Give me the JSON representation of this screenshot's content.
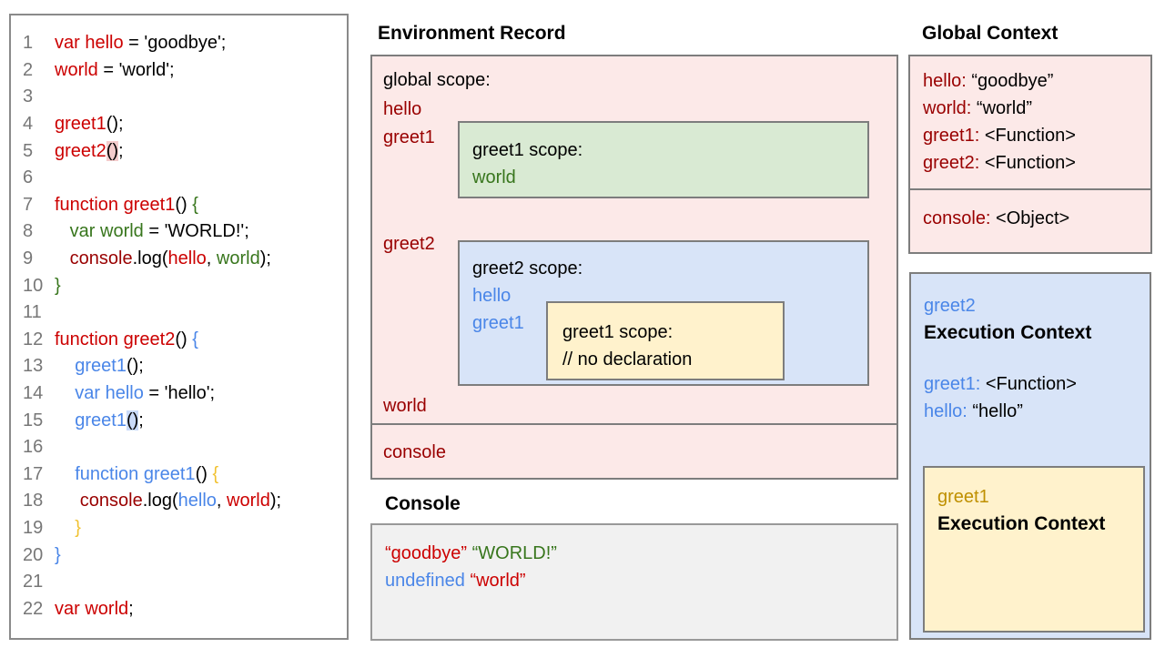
{
  "colors": {
    "red": "#cc0000",
    "darkred": "#990000",
    "green": "#38761d",
    "blue": "#4a86e8",
    "gold": "#f1c232",
    "black": "#000000",
    "line_number_gray": "#777777",
    "pink_bg": "#fce9e8",
    "green_bg": "#d9ead3",
    "blue_bg": "#d8e4f8",
    "yellow_bg": "#fff2cc",
    "console_bg": "#f1f1f1",
    "highlight_pink": "#f4cccc",
    "highlight_blue": "#c9daf8",
    "border_gray": "#7d7d7d"
  },
  "code_panel": {
    "lines": [
      {
        "n": "1",
        "tokens": [
          {
            "t": "var hello",
            "c": "red"
          },
          {
            "t": " = 'goodbye';",
            "c": "black"
          }
        ]
      },
      {
        "n": "2",
        "tokens": [
          {
            "t": "world",
            "c": "red"
          },
          {
            "t": " = 'world';",
            "c": "black"
          }
        ]
      },
      {
        "n": "3",
        "tokens": []
      },
      {
        "n": "4",
        "tokens": [
          {
            "t": "greet1",
            "c": "red"
          },
          {
            "t": "();",
            "c": "black"
          }
        ]
      },
      {
        "n": "5",
        "tokens": [
          {
            "t": "greet2",
            "c": "red"
          },
          {
            "t": "()",
            "c": "black",
            "hl": "#f4cccc"
          },
          {
            "t": ";",
            "c": "black"
          }
        ]
      },
      {
        "n": "6",
        "tokens": []
      },
      {
        "n": "7",
        "tokens": [
          {
            "t": "function greet1",
            "c": "red"
          },
          {
            "t": "() ",
            "c": "black"
          },
          {
            "t": "{",
            "c": "green"
          }
        ]
      },
      {
        "n": "8",
        "tokens": [
          {
            "t": "   ",
            "c": "black"
          },
          {
            "t": "var world",
            "c": "green"
          },
          {
            "t": " = 'WORLD!';",
            "c": "black"
          }
        ]
      },
      {
        "n": "9",
        "tokens": [
          {
            "t": "   ",
            "c": "black"
          },
          {
            "t": "console",
            "c": "darkred"
          },
          {
            "t": ".log(",
            "c": "black"
          },
          {
            "t": "hello",
            "c": "red"
          },
          {
            "t": ", ",
            "c": "black"
          },
          {
            "t": "world",
            "c": "green"
          },
          {
            "t": ");",
            "c": "black"
          }
        ]
      },
      {
        "n": "10",
        "tokens": [
          {
            "t": "}",
            "c": "green"
          }
        ]
      },
      {
        "n": "11",
        "tokens": []
      },
      {
        "n": "12",
        "tokens": [
          {
            "t": "function greet2",
            "c": "red"
          },
          {
            "t": "() ",
            "c": "black"
          },
          {
            "t": "{",
            "c": "blue"
          }
        ]
      },
      {
        "n": "13",
        "tokens": [
          {
            "t": "    ",
            "c": "black"
          },
          {
            "t": "greet1",
            "c": "blue"
          },
          {
            "t": "();",
            "c": "black"
          }
        ]
      },
      {
        "n": "14",
        "tokens": [
          {
            "t": "    ",
            "c": "black"
          },
          {
            "t": "var hello",
            "c": "blue"
          },
          {
            "t": " = 'hello';",
            "c": "black"
          }
        ]
      },
      {
        "n": "15",
        "tokens": [
          {
            "t": "    ",
            "c": "black"
          },
          {
            "t": "greet1",
            "c": "blue"
          },
          {
            "t": "()",
            "c": "black",
            "hl": "#c9daf8"
          },
          {
            "t": ";",
            "c": "black"
          }
        ]
      },
      {
        "n": "16",
        "tokens": []
      },
      {
        "n": "17",
        "tokens": [
          {
            "t": "    ",
            "c": "black"
          },
          {
            "t": "function greet1",
            "c": "blue"
          },
          {
            "t": "() ",
            "c": "black"
          },
          {
            "t": "{",
            "c": "gold"
          }
        ]
      },
      {
        "n": "18",
        "tokens": [
          {
            "t": "     ",
            "c": "black"
          },
          {
            "t": "console",
            "c": "darkred"
          },
          {
            "t": ".log(",
            "c": "black"
          },
          {
            "t": "hello",
            "c": "blue"
          },
          {
            "t": ", ",
            "c": "black"
          },
          {
            "t": "world",
            "c": "red"
          },
          {
            "t": ");",
            "c": "black"
          }
        ]
      },
      {
        "n": "19",
        "tokens": [
          {
            "t": "    }",
            "c": "gold"
          }
        ]
      },
      {
        "n": "20",
        "tokens": [
          {
            "t": "}",
            "c": "blue"
          }
        ]
      },
      {
        "n": "21",
        "tokens": []
      },
      {
        "n": "22",
        "tokens": [
          {
            "t": "var world",
            "c": "red"
          },
          {
            "t": ";",
            "c": "black"
          }
        ]
      }
    ]
  },
  "environment_record": {
    "title": "Environment Record",
    "global_scope_label": "global scope:",
    "vars": [
      "hello",
      "greet1",
      "greet2",
      "world"
    ],
    "console_label": "console",
    "greet1_scope": {
      "title": "greet1 scope:",
      "vars": [
        "world"
      ]
    },
    "greet2_scope": {
      "title": "greet2 scope:",
      "vars": [
        "hello",
        "greet1"
      ]
    },
    "inner_greet1_scope": {
      "title": "greet1 scope:",
      "comment": "// no declaration"
    }
  },
  "console_panel": {
    "title": "Console",
    "lines": [
      [
        {
          "t": "“goodbye”",
          "c": "red"
        },
        {
          "t": " ",
          "c": "black"
        },
        {
          "t": "“WORLD!”",
          "c": "green"
        }
      ],
      [
        {
          "t": "undefined",
          "c": "blue"
        },
        {
          "t": " ",
          "c": "black"
        },
        {
          "t": "“world”",
          "c": "red"
        }
      ]
    ]
  },
  "global_context": {
    "title": "Global Context",
    "entries": [
      {
        "k": "hello:",
        "v": " “goodbye”"
      },
      {
        "k": "world:",
        "v": " “world”"
      },
      {
        "k": "greet1:",
        "v": " <Function>"
      },
      {
        "k": "greet2:",
        "v": " <Function>"
      }
    ],
    "console_entry": {
      "k": "console:",
      "v": " <Object>"
    }
  },
  "greet2_ec": {
    "name": "greet2",
    "subtitle": "Execution Context",
    "entries": [
      {
        "k": "greet1:",
        "v": " <Function>"
      },
      {
        "k": "hello:",
        "v": " “hello”"
      }
    ],
    "inner": {
      "name": "greet1",
      "subtitle": "Execution Context"
    }
  }
}
